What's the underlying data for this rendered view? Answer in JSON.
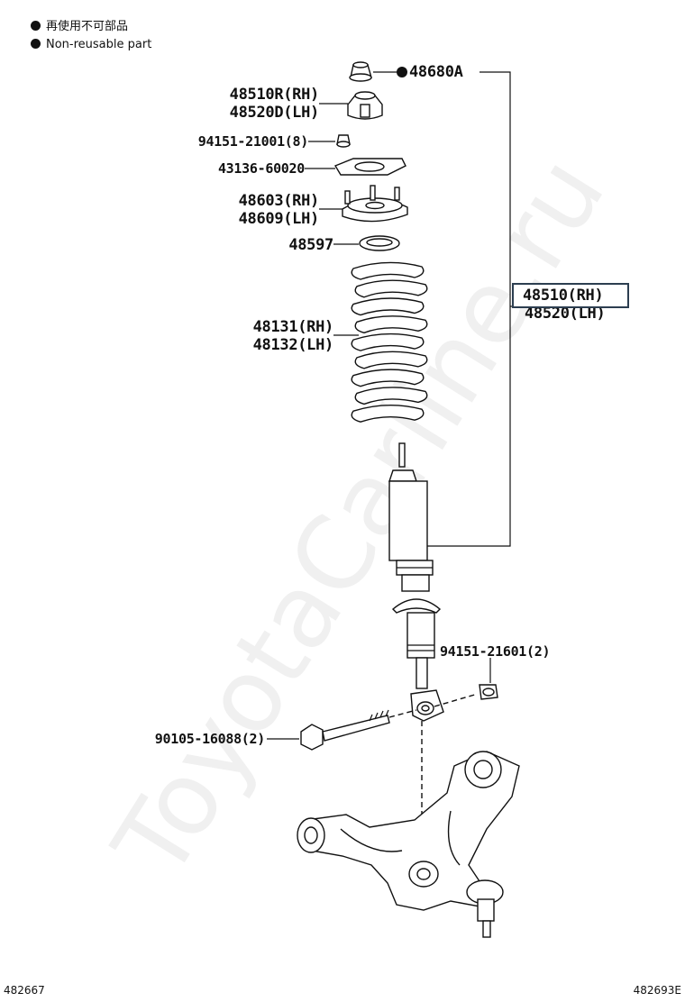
{
  "legend": {
    "jp": "再使用不可部品",
    "en": "Non-reusable part"
  },
  "labels": {
    "p48680A": "48680A",
    "p48510R": "48510R(RH)",
    "p48520D": "48520D(LH)",
    "p94151_21001": "94151-21001(8)",
    "p43136": "43136-60020",
    "p48603": "48603(RH)",
    "p48609": "48609(LH)",
    "p48597": "48597",
    "p48131": "48131(RH)",
    "p48132": "48132(LH)",
    "p48510": "48510(RH)",
    "p48520": "48520(LH)",
    "p94151_21601": "94151-21601(2)",
    "p90105": "90105-16088(2)"
  },
  "corner_left": "482667",
  "corner_right": "482693E",
  "watermark": "ToyotaCarline.ru"
}
